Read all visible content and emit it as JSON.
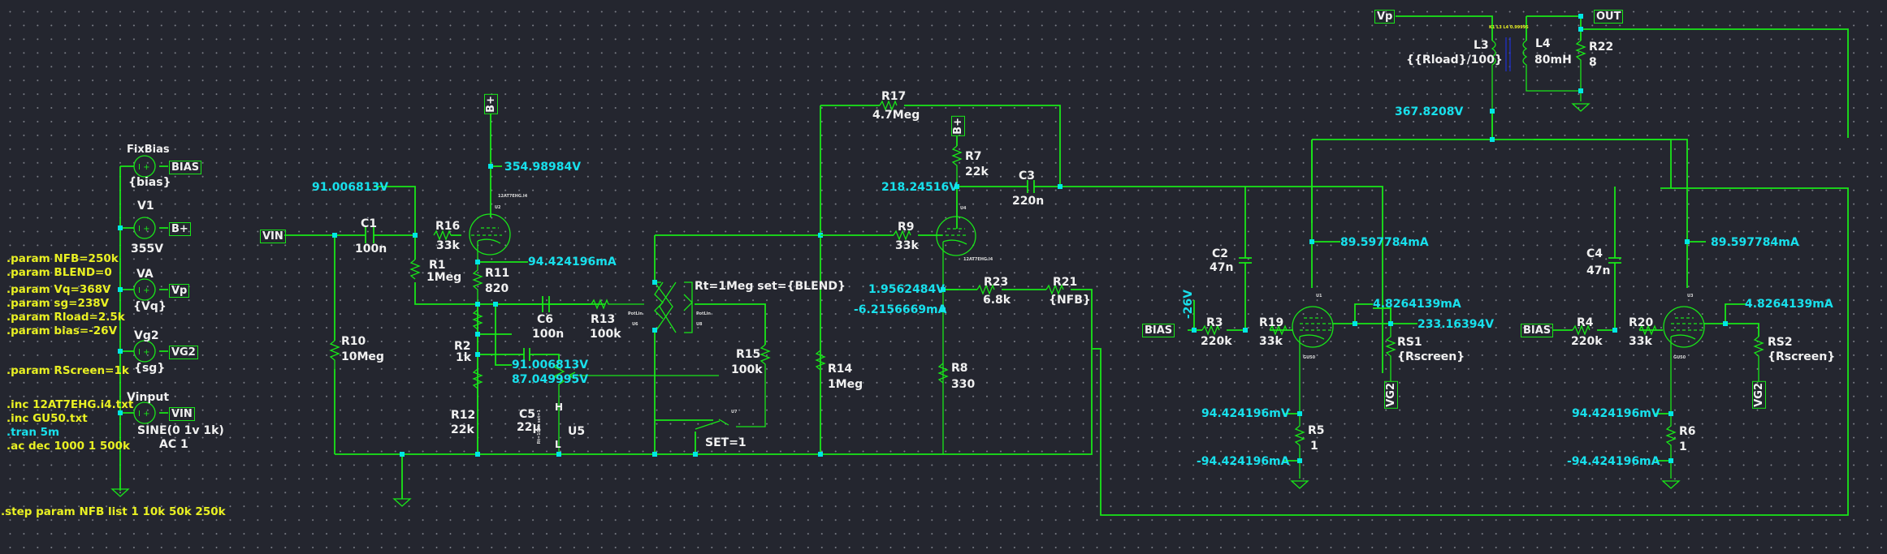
{
  "app": "LTspice schematic",
  "directives": {
    "params": [
      ".param NFB=250k",
      ".param BLEND=0",
      ".param Vq=368V",
      ".param sg=238V",
      ".param Rload=2.5k",
      ".param bias=-26V"
    ],
    "rscreen": ".param RScreen=1k",
    "inc1": ".inc 12AT7EHG.i4.txt",
    "inc2": ".inc GU50.txt",
    "tran": ".tran 5m",
    "ac": ".ac dec 1000 1 500k",
    "step": ".step param NFB list 1 10k 50k 250k"
  },
  "sources": [
    {
      "name": "FixBias",
      "value": "{bias}",
      "net": "BIAS"
    },
    {
      "name": "V1",
      "value": "355V",
      "net": "B+"
    },
    {
      "name": "VA",
      "value": "{Vq}",
      "net": "Vp"
    },
    {
      "name": "Vg2",
      "value": "{sg}",
      "net": "VG2"
    },
    {
      "name": "Vinput",
      "value": "SINE(0 1v 1k)",
      "value2": "AC 1",
      "net": "VIN"
    }
  ],
  "components": {
    "C1": {
      "name": "C1",
      "value": "100n"
    },
    "R16": {
      "name": "R16",
      "value": "33k"
    },
    "R1": {
      "name": "R1",
      "value": "1Meg"
    },
    "R11": {
      "name": "R11",
      "value": "820"
    },
    "R10": {
      "name": "R10",
      "value": "10Meg"
    },
    "R2": {
      "name": "R2",
      "value": "1k"
    },
    "R12": {
      "name": "R12",
      "value": "22k"
    },
    "C6": {
      "name": "C6",
      "value": "100n"
    },
    "R13": {
      "name": "R13",
      "value": "100k"
    },
    "C5": {
      "name": "C5",
      "value": "22µ"
    },
    "U5": {
      "name": "U5",
      "h": "H",
      "l": "L",
      "model": "Rt=100k set=1"
    },
    "U6U8": {
      "spec": "Rt=1Meg set={BLEND}",
      "model": "PotLin",
      "u6": "U6",
      "u8": "U8"
    },
    "R15": {
      "name": "R15",
      "value": "100k"
    },
    "U7": {
      "name": "U7",
      "value": "SET=1"
    },
    "R14": {
      "name": "R14",
      "value": "1Meg"
    },
    "R17": {
      "name": "R17",
      "value": "4.7Meg"
    },
    "R7": {
      "name": "R7",
      "value": "22k"
    },
    "C3": {
      "name": "C3",
      "value": "220n"
    },
    "R9": {
      "name": "R9",
      "value": "33k"
    },
    "R23": {
      "name": "R23",
      "value": "6.8k"
    },
    "R21": {
      "name": "R21",
      "value": "{NFB}"
    },
    "R8": {
      "name": "R8",
      "value": "330"
    },
    "U2": {
      "name": "U2",
      "model": "12AT7EHG.I4"
    },
    "U4": {
      "name": "U4",
      "model": "12AT7EHG.I4"
    },
    "L3": {
      "name": "L3",
      "value": "{{Rload}/100}"
    },
    "L4": {
      "name": "L4",
      "value": "80mH"
    },
    "K": {
      "value": "K1 L3 L4 0.99995"
    },
    "R22": {
      "name": "R22",
      "value": "8"
    },
    "C2": {
      "name": "C2",
      "value": "47n"
    },
    "C4": {
      "name": "C4",
      "value": "47n"
    },
    "R3": {
      "name": "R3",
      "value": "220k"
    },
    "R19": {
      "name": "R19",
      "value": "33k"
    },
    "R4": {
      "name": "R4",
      "value": "220k"
    },
    "R20": {
      "name": "R20",
      "value": "33k"
    },
    "RS1": {
      "name": "RS1",
      "value": "{Rscreen}"
    },
    "RS2": {
      "name": "RS2",
      "value": "{Rscreen}"
    },
    "R5": {
      "name": "R5",
      "value": "1"
    },
    "R6": {
      "name": "R6",
      "value": "1"
    },
    "U1": {
      "name": "U1",
      "model": "GU50"
    },
    "U3": {
      "name": "U3",
      "model": "GU50"
    }
  },
  "flags": {
    "vin": "VIN",
    "bplus": "B+",
    "vp": "Vp",
    "out": "OUT",
    "bias": "BIAS",
    "vg2": "VG2"
  },
  "op_points": {
    "v_u2_plate": "354.98984V",
    "v_grid1": "91.006813V",
    "i_u2": "94.424196mA",
    "v_r11_bottom": "91.006813V",
    "v_r2_bottom": "87.049995V",
    "v_u4_plate": "218.24516V",
    "v_u4_cathode": "1.9562484V",
    "i_r8": "-6.2156669mA",
    "v_primary_ct": "367.8208V",
    "i_u1_plate": "89.597784mA",
    "i_u3_plate": "89.597784mA",
    "i_u1_screen": "4.8264139mA",
    "i_u3_screen": "4.8264139mA",
    "v_u1_screen": "233.16394V",
    "v_bias": "-26V",
    "v_r5": "94.424196mV",
    "i_r5": "-94.424196mA",
    "v_r6": "94.424196mV",
    "i_r6": "-94.424196mA"
  }
}
